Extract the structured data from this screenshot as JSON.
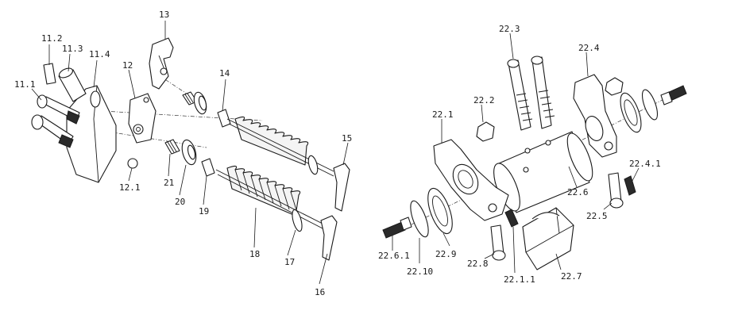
{
  "labels": {
    "l_11_1": "11.1",
    "l_11_2": "11.2",
    "l_11_3": "11.3",
    "l_11_4": "11.4",
    "l_12": "12",
    "l_12_1": "12.1",
    "l_13": "13",
    "l_14": "14",
    "l_15": "15",
    "l_16": "16",
    "l_17": "17",
    "l_18": "18",
    "l_19": "19",
    "l_20": "20",
    "l_21": "21",
    "l_22_1": "22.1",
    "l_22_1_1": "22.1.1",
    "l_22_2": "22.2",
    "l_22_3": "22.3",
    "l_22_4": "22.4",
    "l_22_4_1": "22.4.1",
    "l_22_5": "22.5",
    "l_22_6": "22.6",
    "l_22_6_1": "22.6.1",
    "l_22_7": "22.7",
    "l_22_8": "22.8",
    "l_22_9": "22.9",
    "l_22_10": "22.10"
  }
}
